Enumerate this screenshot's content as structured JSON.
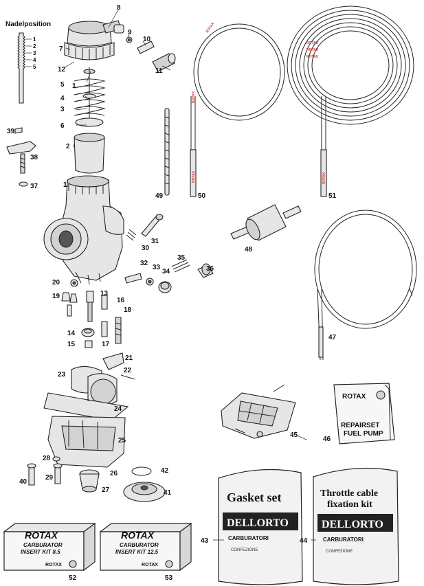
{
  "needle_position": {
    "title": "Nadelposition",
    "positions": [
      "1",
      "2",
      "3",
      "4",
      "5"
    ]
  },
  "callouts": {
    "c1": "1",
    "c2": "2",
    "c3": "3",
    "c4": "4",
    "c5": "5",
    "c6": "6",
    "c7": "7",
    "c8": "8",
    "c9": "9",
    "c10": "10",
    "c11": "11",
    "c12": "12",
    "c13": "13",
    "c14": "14",
    "c15": "15",
    "c16": "16",
    "c17": "17",
    "c18": "18",
    "c19": "19",
    "c20": "20",
    "c21": "21",
    "c22": "22",
    "c23": "23",
    "c24": "24",
    "c25": "25",
    "c26": "26",
    "c27": "27",
    "c28": "28",
    "c29": "29",
    "c30": "30",
    "c31": "31",
    "c32": "32",
    "c33": "33",
    "c34": "34",
    "c35": "35",
    "c36": "36",
    "c37": "37",
    "c38": "38",
    "c39": "39",
    "c40": "40",
    "c41": "41",
    "c42": "42",
    "c43": "43",
    "c44": "44",
    "c45": "45",
    "c46": "46",
    "c47": "47",
    "c48": "48",
    "c49": "49",
    "c50": "50",
    "c51": "51",
    "c52": "52",
    "c53": "53"
  },
  "cable_marking": "ROTAX",
  "kit_52": {
    "brand": "ROTAX",
    "line1": "CARBURATOR",
    "line2": "INSERT KIT 8.5",
    "footer": "ROTAX"
  },
  "kit_53": {
    "brand": "ROTAX",
    "line1": "CARBURATOR",
    "line2": "INSERT KIT 12.5",
    "footer": "ROTAX"
  },
  "repairset": {
    "brand": "ROTAX",
    "line1": "REPAIRSET",
    "line2": "FUEL PUMP"
  },
  "gasket_bag": {
    "title": "Gasket set",
    "brand": "DELLORTO",
    "sub": "CARBURATORI",
    "small": "CONFEZIONE"
  },
  "throttle_bag": {
    "title_1": "Throttle cable",
    "title_2": "fixation kit",
    "brand": "DELLORTO",
    "sub": "CARBURATORI",
    "small": "CONFEZIONE"
  },
  "colors": {
    "ink": "#222222",
    "part": "#e6e6e6",
    "cable_mark": "#d23a3a"
  }
}
